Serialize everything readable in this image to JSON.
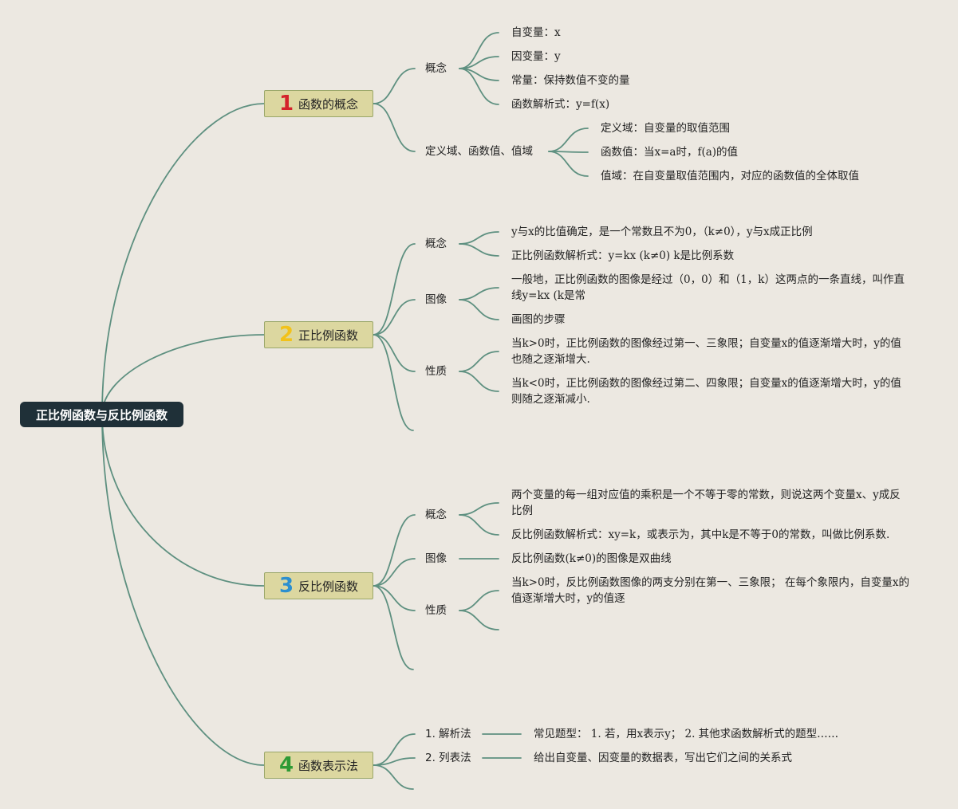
{
  "root": "正比例函数与反比例函数",
  "colors": {
    "background": "#ece8e1",
    "root_fill": "#1f3038",
    "branch_fill": "#dcd7a0",
    "connector": "#5e9080",
    "num1": "#d4232b",
    "num2": "#f2c21a",
    "num3": "#2c8fcf",
    "num4": "#2e9a35"
  },
  "branches": [
    {
      "number": "1",
      "label": "函数的概念",
      "children": [
        {
          "label": "概念",
          "leaves": [
            "自变量：x",
            "因变量：y",
            "常量：保持数值不变的量",
            "函数解析式：y=f(x)"
          ]
        },
        {
          "label": "定义域、函数值、值域",
          "leaves": [
            "定义域：自变量的取值范围",
            "函数值：当x=a时，f(a)的值",
            "值域：在自变量取值范围内，对应的函数值的全体取值"
          ]
        }
      ]
    },
    {
      "number": "2",
      "label": "正比例函数",
      "children": [
        {
          "label": "概念",
          "leaves": [
            "y与x的比值确定，是一个常数且不为0，（k≠0），y与x成正比例",
            "正比例函数解析式：y=kx (k≠0) k是比例系数"
          ]
        },
        {
          "label": "图像",
          "leaves": [
            "一般地，正比例函数的图像是经过（0，0）和（1，k）这两点的一条直线，叫作直线y=kx (k是常",
            "画图的步骤"
          ]
        },
        {
          "label": "性质",
          "leaves": [
            "当k>0时，正比例函数的图像经过第一、三象限；自变量x的值逐渐增大时，y的值也随之逐渐增大.",
            "当k<0时，正比例函数的图像经过第二、四象限；自变量x的值逐渐增大时，y的值则随之逐渐减小."
          ]
        }
      ]
    },
    {
      "number": "3",
      "label": "反比例函数",
      "children": [
        {
          "label": "概念",
          "leaves": [
            "两个变量的每一组对应值的乘积是一个不等于零的常数，则说这两个变量x、y成反比例",
            "反比例函数解析式：xy=k，或表示为，其中k是不等于0的常数，叫做比例系数."
          ]
        },
        {
          "label": "图像",
          "leaves": [
            "反比例函数(k≠0)的图像是双曲线"
          ]
        },
        {
          "label": "性质",
          "leaves": [
            "当k>0时，反比例函数图像的两支分别在第一、三象限； 在每个象限内，自变量x的值逐渐增大时，y的值逐"
          ]
        }
      ]
    },
    {
      "number": "4",
      "label": "函数表示法",
      "children": [
        {
          "label": "1. 解析法",
          "leaves": [
            "常见题型： 1. 若，用x表示y； 2. 其他求函数解析式的题型……"
          ]
        },
        {
          "label": "2. 列表法",
          "leaves": [
            "给出自变量、因变量的数据表，写出它们之间的关系式"
          ]
        }
      ]
    }
  ]
}
